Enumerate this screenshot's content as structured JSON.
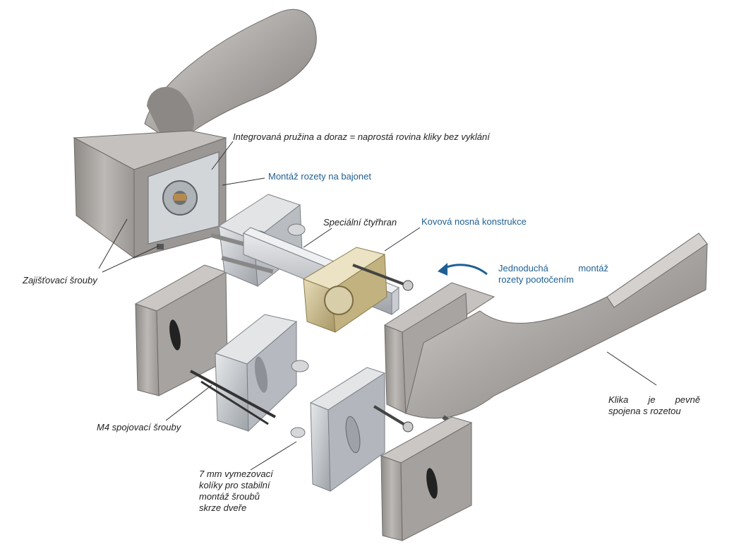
{
  "labels": {
    "pruzina": "Integrovaná pružina a doraz = naprostá rovina kliky bez vyklání",
    "bajonet": "Montáž rozety na bajonet",
    "ctyrhran": "Speciální čtyřhran",
    "kovova": "Kovová nosná konstrukce",
    "jednoducha_1": "Jednoduchá montáž",
    "jednoducha_2": "rozety pootočením",
    "zajistovaci": "Zajišťovací šrouby",
    "klika_1": "Klika je pevně",
    "klika_2": "spojena s rozetou",
    "m4": "M4 spojovací šrouby",
    "kolik_1": "7 mm vymezovací",
    "kolik_2": "kolíky pro stabilní",
    "kolik_3": "montáž šroubů",
    "kolik_4": "skrze dveře"
  },
  "colors": {
    "label_blue": "#1f5f93",
    "label_black": "#222222",
    "steel": "#a9a6a3",
    "brass": "#c8b98a",
    "zinc": "#c3c7cc"
  }
}
